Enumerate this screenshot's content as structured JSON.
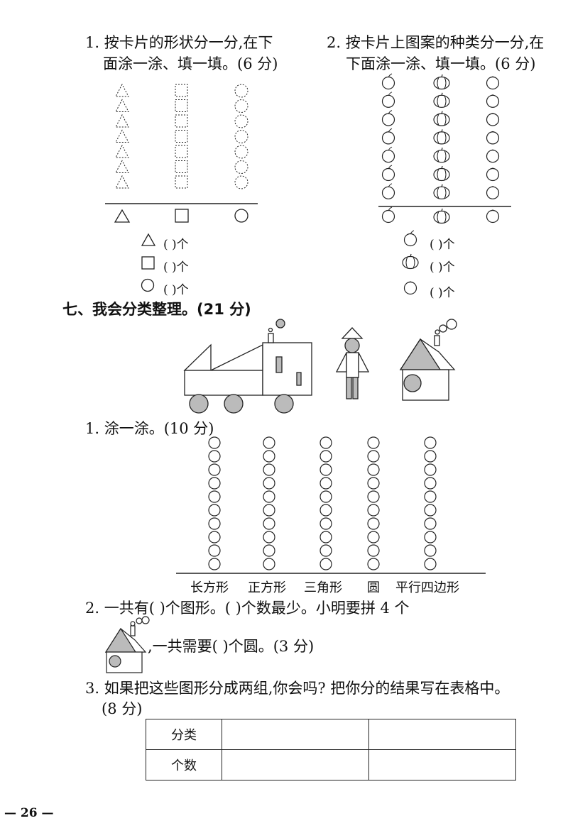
{
  "q1": {
    "line1": "1. 按卡片的形状分一分,在下",
    "line2": "面涂一涂、填一填。(6 分)",
    "answers": [
      {
        "paren": "(        )",
        "unit": "个"
      },
      {
        "paren": "(        )",
        "unit": "个"
      },
      {
        "paren": "(        )",
        "unit": "个"
      }
    ]
  },
  "q2": {
    "line1": "2. 按卡片上图案的种类分一分,在",
    "line2": "下面涂一涂、填一填。(6 分)",
    "answers": [
      {
        "paren": "(        )",
        "unit": "个"
      },
      {
        "paren": "(        )",
        "unit": "个"
      },
      {
        "paren": "(        )",
        "unit": "个"
      }
    ]
  },
  "section7": {
    "title": "七、我会分类整理。(21 分)"
  },
  "s1": {
    "title": "1. 涂一涂。(10 分)",
    "labels": [
      "长方形",
      "正方形",
      "三角形",
      "圆",
      "平行四边形"
    ]
  },
  "s2": {
    "line1": "2. 一共有(        )个图形。(        )个数最少。小明要拼 4 个",
    "line2": ",一共需要(        )个圆。(3 分)"
  },
  "s3": {
    "line1": "3. 如果把这些图形分成两组,你会吗? 把你分的结果写在表格中。",
    "line2": "(8 分)",
    "row1": "分类",
    "row2": "个数"
  },
  "footer": {
    "page": "— 26 —"
  }
}
